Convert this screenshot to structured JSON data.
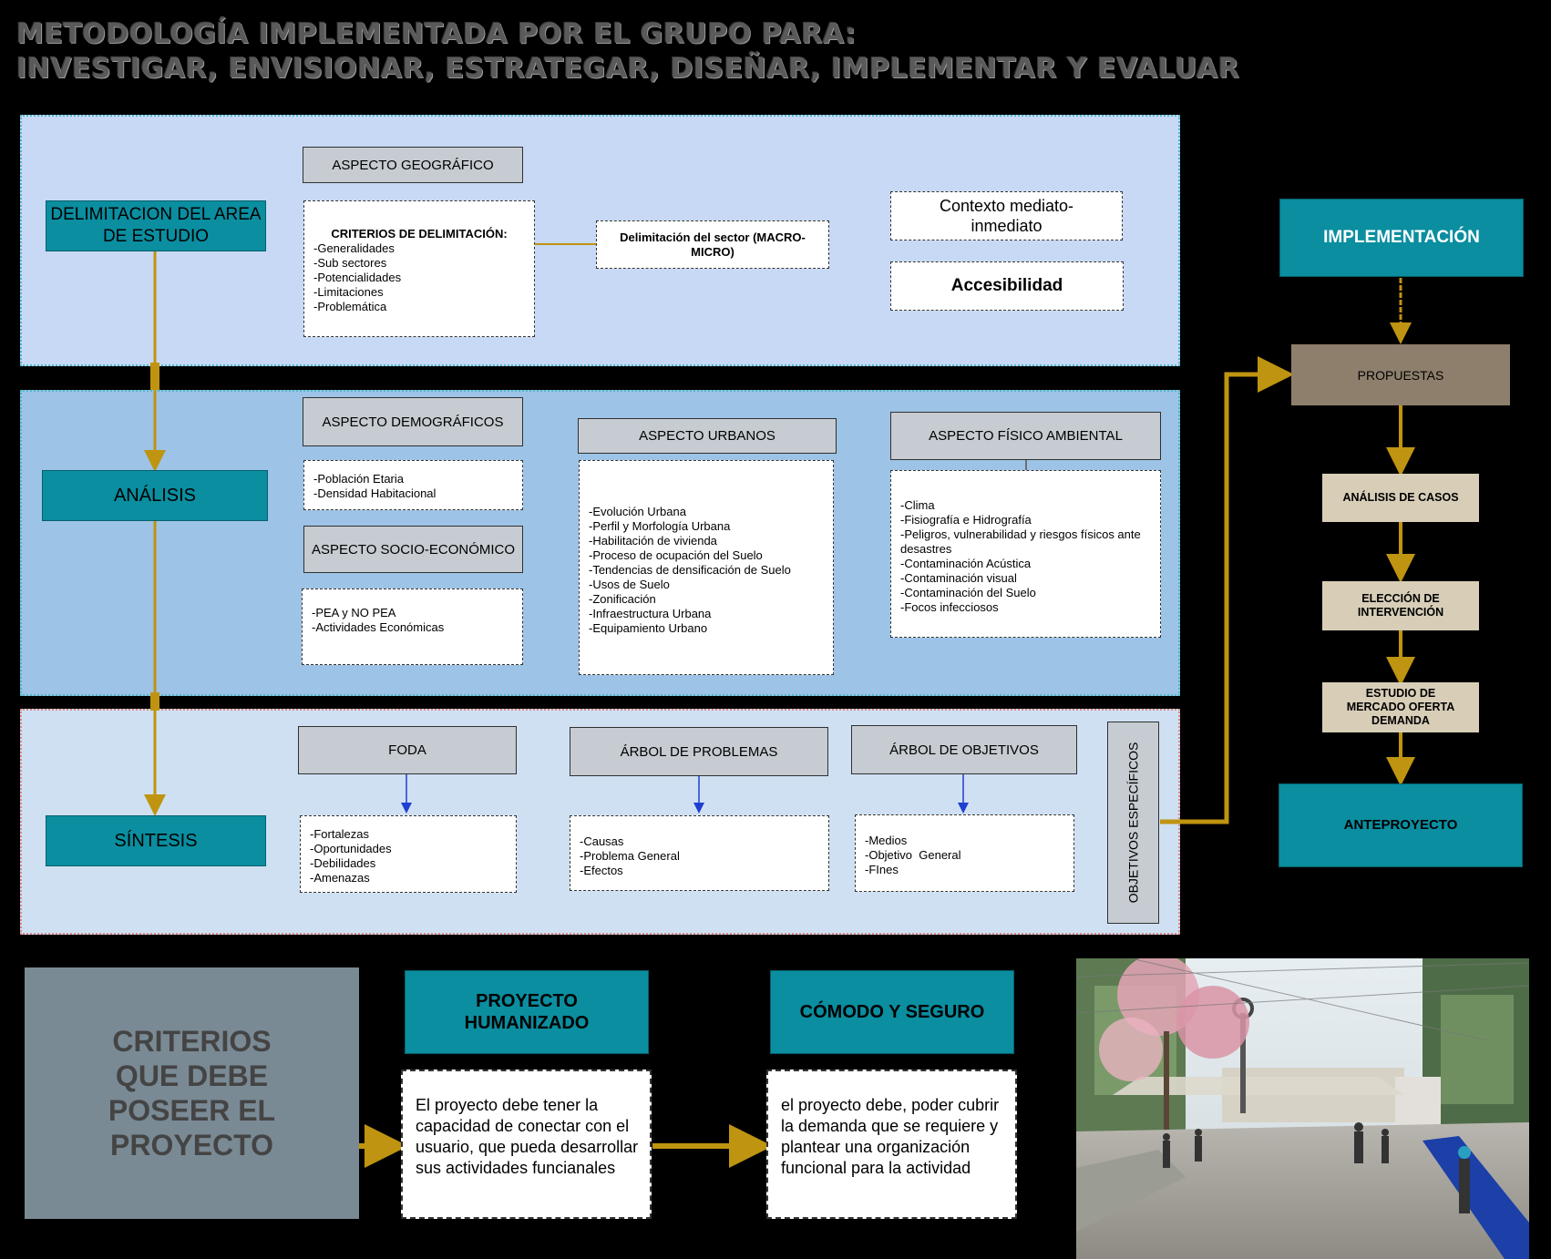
{
  "title": {
    "line1": "METODOLOGÍA IMPLEMENTADA POR EL GRUPO PARA:",
    "line2": "INVESTIGAR, ENVISIONAR, ESTRATEGAR, DISEÑAR, IMPLEMENTAR Y EVALUAR"
  },
  "colors": {
    "panel1": "#c7d9f5",
    "panel2": "#9dc3e6",
    "panel3": "#cfe0f2",
    "teal": "#0a8ea0",
    "gold_arrow": "#bf9410",
    "grey_box": "#7a8a95"
  },
  "stages": {
    "delimitacion": "DELIMITACION DEL AREA DE ESTUDIO",
    "analisis": "ANÁLISIS",
    "sintesis": "SÍNTESIS"
  },
  "delimitacion": {
    "aspecto_geografico": "ASPECTO GEOGRÁFICO",
    "criterios_title": "CRITERIOS DE DELIMITACIÓN:",
    "criterios_items": [
      "-Generalidades",
      "-Sub sectores",
      "-Potencialidades",
      "-Limitaciones",
      "-Problemática"
    ],
    "delimitacion_sector": "Delimitación del sector (MACRO-MICRO)",
    "contexto": "Contexto mediato-inmediato",
    "accesibilidad": "Accesibilidad"
  },
  "analisis": {
    "demograficos_head": "ASPECTO DEMOGRÁFICOS",
    "demograficos_items": [
      "-Población Etaria",
      "-Densidad Habitacional"
    ],
    "socio_head": "ASPECTO SOCIO-ECONÓMICO",
    "socio_items": [
      "-PEA y NO PEA",
      "-Actividades Económicas"
    ],
    "urbanos_head": "ASPECTO URBANOS",
    "urbanos_items": [
      "-Evolución Urbana",
      "-Perfil y Morfología Urbana",
      "-Habilitación de vivienda",
      "-Proceso de ocupación del Suelo",
      "-Tendencias de densificación de Suelo",
      "-Usos de Suelo",
      "-Zonificación",
      "-Infraestructura Urbana",
      "-Equipamiento Urbano"
    ],
    "fisico_head": "ASPECTO FÍSICO AMBIENTAL",
    "fisico_items": [
      "-Clima",
      "-Fisiografía e Hidrografía",
      "-Peligros, vulnerabilidad y riesgos físicos ante",
      "desastres",
      "-Contaminación Acústica",
      "-Contaminación visual",
      "-Contaminación del Suelo",
      "-Focos infecciosos"
    ]
  },
  "sintesis": {
    "foda_head": "FODA",
    "foda_items": [
      "-Fortalezas",
      "-Oportunidades",
      "-Debilidades",
      "-Amenazas"
    ],
    "problemas_head": "ÁRBOL DE PROBLEMAS",
    "problemas_items": [
      "-Causas",
      "-Problema General",
      "-Efectos"
    ],
    "objetivos_head": "ÁRBOL DE OBJETIVOS",
    "objetivos_items": [
      "-Medios",
      "-Objetivo  General",
      "-FInes"
    ],
    "objetivos_especificos": "OBJETIVOS ESPECÍFICOS"
  },
  "flow": {
    "implementacion": "IMPLEMENTACIÓN",
    "propuestas": "PROPUESTAS",
    "analisis_casos": "ANÁLISIS DE CASOS",
    "eleccion": "ELECCIÓN DE INTERVENCIÓN",
    "estudio": "ESTUDIO DE MERCADO OFERTA DEMANDA",
    "anteproyecto": "ANTEPROYECTO"
  },
  "criterios": {
    "big_box": "CRITERIOS QUE DEBE POSEER EL PROYECTO",
    "humanizado_head": "PROYECTO HUMANIZADO",
    "humanizado_text": "El proyecto debe tener la capacidad de conectar con el usuario, que pueda desarrollar sus actividades funcianales",
    "comodo_head": "CÓMODO Y SEGURO",
    "comodo_text": "el proyecto debe, poder cubrir la demanda que se requiere y plantear una organización funcional para la actividad"
  }
}
